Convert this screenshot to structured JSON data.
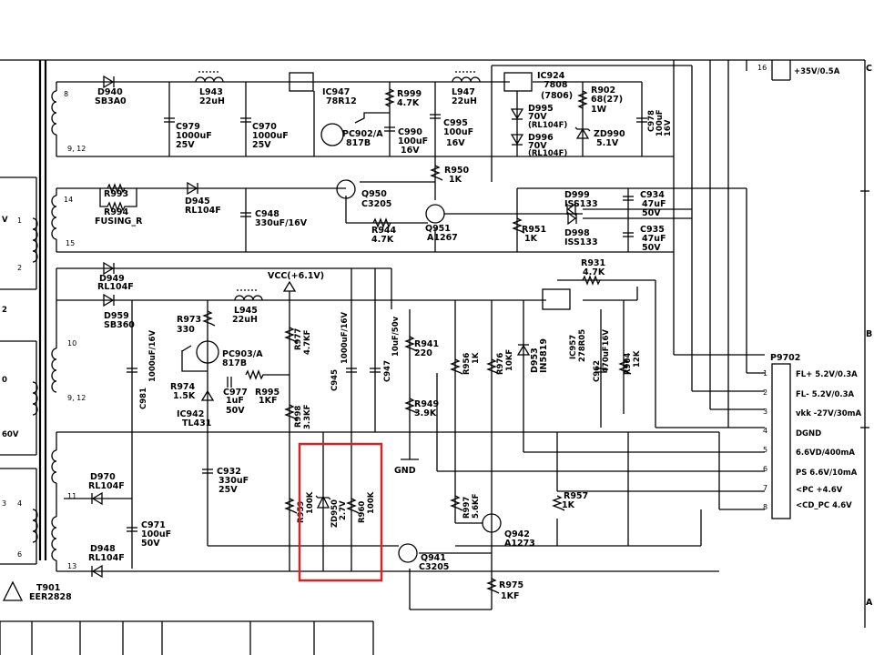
{
  "transformer": {
    "ref": "T901",
    "part": "EER2828",
    "pins": [
      "8",
      "9, 12",
      "14",
      "15",
      "10",
      "9, 12",
      "11",
      "13",
      "1",
      "2",
      "3",
      "4",
      "6"
    ]
  },
  "left_fragments": [
    "V",
    "2",
    "0",
    "60V"
  ],
  "diodes": [
    {
      "ref": "D940",
      "part": "SB3A0"
    },
    {
      "ref": "D945",
      "part": "RL104F"
    },
    {
      "ref": "D949",
      "part": "RL104F"
    },
    {
      "ref": "D959",
      "part": "SB360"
    },
    {
      "ref": "D970",
      "part": "RL104F"
    },
    {
      "ref": "D948",
      "part": "RL104F"
    },
    {
      "ref": "D995",
      "part": "70V",
      "part2": "(RL104F)"
    },
    {
      "ref": "D996",
      "part": "70V",
      "part2": "(RL104F)"
    },
    {
      "ref": "D999",
      "part": "ISS133"
    },
    {
      "ref": "D998",
      "part": "ISS133"
    },
    {
      "ref": "D953",
      "part": "IN5819"
    }
  ],
  "zeners": [
    {
      "ref": "ZD990",
      "part": "5.1V"
    },
    {
      "ref": "ZD950",
      "part": "2.7V"
    }
  ],
  "inductors": [
    {
      "ref": "L943",
      "value": "22uH"
    },
    {
      "ref": "L947",
      "value": "22uH"
    },
    {
      "ref": "L945",
      "value": "22uH"
    }
  ],
  "capacitors": [
    {
      "ref": "C979",
      "value": "1000uF",
      "voltage": "25V"
    },
    {
      "ref": "C970",
      "value": "1000uF",
      "voltage": "25V"
    },
    {
      "ref": "C990",
      "value": "100uF",
      "voltage": "16V"
    },
    {
      "ref": "C995",
      "value": "100uF",
      "voltage": "16V"
    },
    {
      "ref": "C978",
      "value": "100uF",
      "voltage": "16V"
    },
    {
      "ref": "C948",
      "value": "330uF/16V"
    },
    {
      "ref": "C934",
      "value": "47uF",
      "voltage": "50V"
    },
    {
      "ref": "C935",
      "value": "47uF",
      "voltage": "50V"
    },
    {
      "ref": "C981",
      "value": "1000uF/16V"
    },
    {
      "ref": "C977",
      "value": "1uF",
      "voltage": "50V"
    },
    {
      "ref": "C945",
      "value": "1000uF/16V"
    },
    {
      "ref": "C947",
      "value": "10uF/50v"
    },
    {
      "ref": "C932",
      "value": "330uF",
      "voltage": "25V"
    },
    {
      "ref": "C971",
      "value": "100uF",
      "voltage": "50V"
    },
    {
      "ref": "C962",
      "value": "470uF16V"
    }
  ],
  "resistors": [
    {
      "ref": "R999",
      "value": "4.7K"
    },
    {
      "ref": "R902",
      "value": "68(27)",
      "power": "1W"
    },
    {
      "ref": "R950",
      "value": "1K"
    },
    {
      "ref": "R993",
      "value": ""
    },
    {
      "ref": "R994",
      "value": "FUSING_R"
    },
    {
      "ref": "R944",
      "value": "4.7K"
    },
    {
      "ref": "R951",
      "value": "1K"
    },
    {
      "ref": "R931",
      "value": "4.7K"
    },
    {
      "ref": "R973",
      "value": "330"
    },
    {
      "ref": "R974",
      "value": "1.5K"
    },
    {
      "ref": "R995",
      "value": "1KF"
    },
    {
      "ref": "R977",
      "value": "4.7KF"
    },
    {
      "ref": "R998",
      "value": "3.3KF"
    },
    {
      "ref": "R941",
      "value": "220"
    },
    {
      "ref": "R949",
      "value": "3.9K"
    },
    {
      "ref": "R956",
      "value": "1K"
    },
    {
      "ref": "R976",
      "value": "10KF"
    },
    {
      "ref": "R904",
      "value": "12K"
    },
    {
      "ref": "R959",
      "value": "100K"
    },
    {
      "ref": "R960",
      "value": "100K"
    },
    {
      "ref": "R997",
      "value": "5.6KF"
    },
    {
      "ref": "R957",
      "value": "1K"
    },
    {
      "ref": "R975",
      "value": "1KF"
    }
  ],
  "ics": [
    {
      "ref": "IC947",
      "part": "78R12"
    },
    {
      "ref": "IC924",
      "part": "7808",
      "part2": "(7806)"
    },
    {
      "ref": "IC957",
      "part": "278R05"
    },
    {
      "ref": "IC942",
      "part": "TL431"
    }
  ],
  "optos": [
    {
      "ref": "PC902/A",
      "part": "817B"
    },
    {
      "ref": "PC903/A",
      "part": "817B"
    }
  ],
  "transistors": [
    {
      "ref": "Q950",
      "part": "C3205"
    },
    {
      "ref": "Q951",
      "part": "A1267"
    },
    {
      "ref": "Q942",
      "part": "A1273"
    },
    {
      "ref": "Q941",
      "part": "C3205"
    }
  ],
  "vcc_label": "VCC(+6.1V)",
  "gnd_label": "GND",
  "top_right": {
    "pin": "16",
    "label": "+35V/0.5A"
  },
  "connector": {
    "ref": "P9702",
    "pins": [
      {
        "num": "1",
        "label": "FL+ 5.2V/0.3A"
      },
      {
        "num": "2",
        "label": "FL- 5.2V/0.3A"
      },
      {
        "num": "3",
        "label": "vkk -27V/30mA"
      },
      {
        "num": "4",
        "label": "DGND"
      },
      {
        "num": "5",
        "label": "6.6VD/400mA"
      },
      {
        "num": "6",
        "label": "PS 6.6V/10mA"
      },
      {
        "num": "7",
        "label": "<PC +4.6V"
      },
      {
        "num": "8",
        "label": "<CD_PC 4.6V"
      }
    ]
  },
  "edge_letters": [
    "C",
    "B",
    "A"
  ],
  "colors": {
    "wire": "#000000",
    "highlight": "#d42424",
    "background": "#ffffff"
  }
}
